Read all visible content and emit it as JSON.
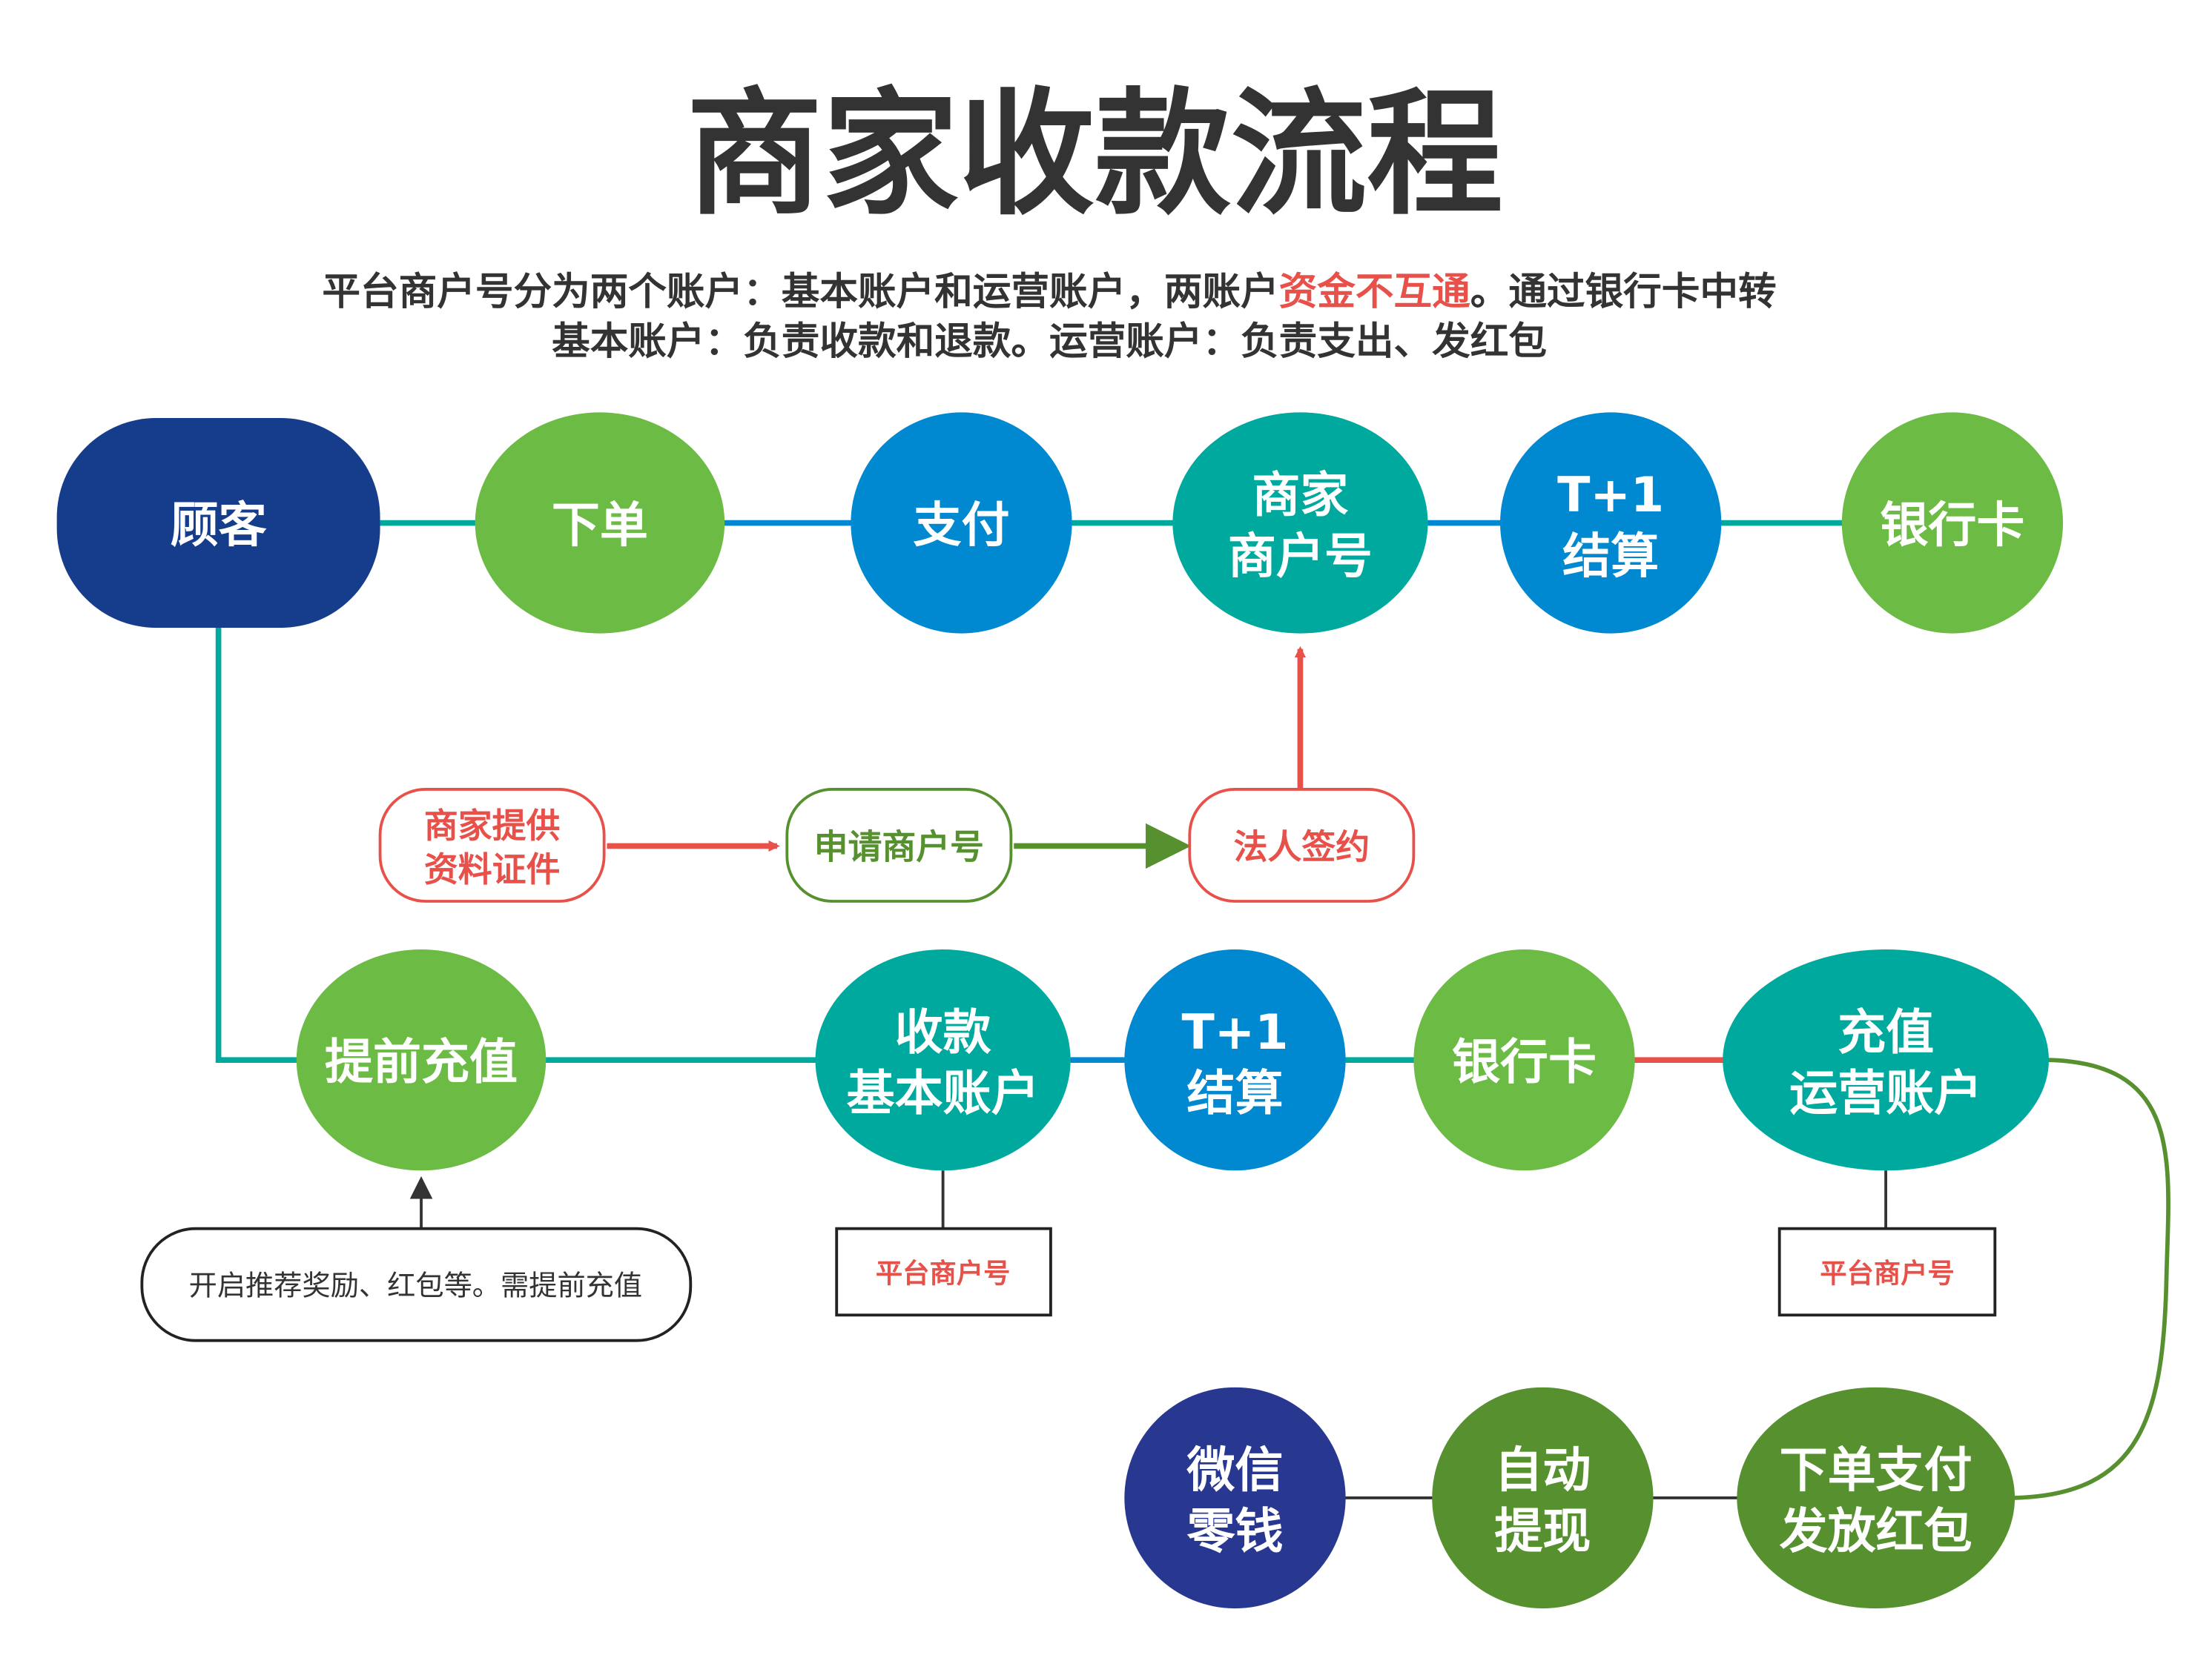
{
  "title": "商家收款流程",
  "subtitle": {
    "line1_a": "平台商户号分为两个账户：基本账户和运营账户，两账户",
    "line1_highlight": "资金不互通",
    "line1_b": "。通过银行卡中转",
    "line2": "基本账户：负责收款和退款。运营账户：负责支出、发红包"
  },
  "row1": {
    "customer": "顾客",
    "order": "下单",
    "pay": "支付",
    "merchant_l1": "商家",
    "merchant_l2": "商户号",
    "settle_l1": "T+1",
    "settle_l2": "结算",
    "bank": "银行卡"
  },
  "apply": {
    "provide_l1": "商家提供",
    "provide_l2": "资料证件",
    "apply": "申请商户号",
    "sign": "法人签约"
  },
  "row2": {
    "prepay": "提前充值",
    "basic_l1": "收款",
    "basic_l2": "基本账户",
    "settle_l1": "T+1",
    "settle_l2": "结算",
    "bank": "银行卡",
    "ops_l1": "充值",
    "ops_l2": "运营账户",
    "note": "开启推荐奖励、红包等。需提前充值",
    "platform1": "平台商户号",
    "platform2": "平台商户号"
  },
  "row3": {
    "wechat_l1": "微信",
    "wechat_l2": "零钱",
    "withdraw_l1": "自动",
    "withdraw_l2": "提现",
    "redpack_l1": "下单支付",
    "redpack_l2": "发放红包"
  },
  "colors": {
    "navy": "#163c8c",
    "green": "#6cbb45",
    "blue": "#0088d1",
    "teal": "#00a99d",
    "darkgreen": "#56902f",
    "indigo": "#283891",
    "red": "#e8504a"
  }
}
